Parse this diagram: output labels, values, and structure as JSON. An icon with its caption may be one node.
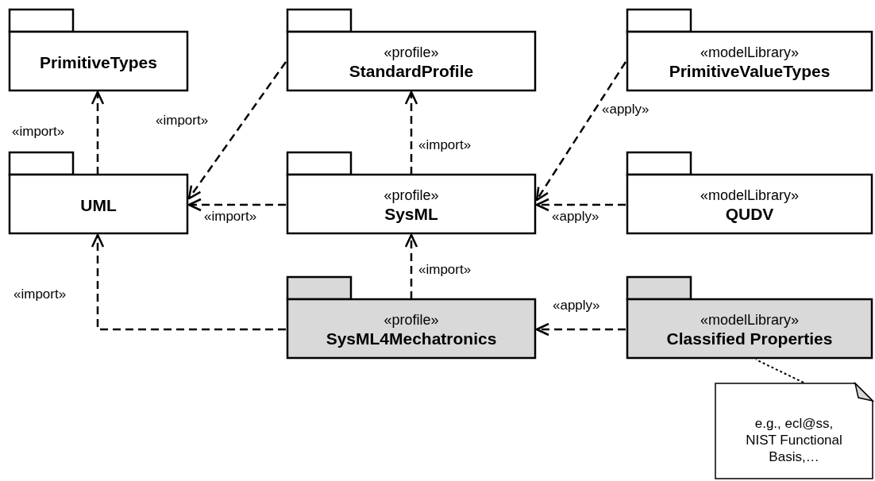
{
  "diagram": {
    "nodes": [
      {
        "text": [
          "PrimitiveTypes"
        ]
      },
      {
        "text": [
          "«profile»",
          "StandardProfile"
        ]
      },
      {
        "text": [
          "«modelLibrary»",
          "PrimitiveValueTypes"
        ]
      },
      {
        "text": [
          "UML"
        ]
      },
      {
        "text": [
          "«profile»",
          "SysML"
        ]
      },
      {
        "text": [
          "«modelLibrary»",
          "QUDV"
        ]
      },
      {
        "text": [
          "«profile»",
          "SysML4Mechatronics"
        ]
      },
      {
        "text": [
          "«modelLibrary»",
          "Classified Properties"
        ]
      },
      {
        "text": [
          "e.g., ecl@ss, NIST Functional Basis,…"
        ]
      }
    ],
    "edges": [
      {
        "from": 3,
        "to": 0,
        "arrow": "to",
        "label": "«import»",
        "style": "dashed"
      },
      {
        "from": 1,
        "to": 3,
        "arrow": "to",
        "label": "«import»",
        "style": "dashed"
      },
      {
        "from": 4,
        "to": 3,
        "arrow": "to",
        "label": "«import»",
        "style": "dashed"
      },
      {
        "from": 4,
        "to": 1,
        "arrow": "to",
        "label": "«import»",
        "style": "dashed"
      },
      {
        "from": 5,
        "to": 4,
        "arrow": "to",
        "label": "«apply»",
        "style": "dashed"
      },
      {
        "from": 2,
        "to": 4,
        "arrow": "to",
        "label": "«apply»",
        "style": "dashed"
      },
      {
        "from": 6,
        "to": 4,
        "arrow": "to",
        "label": "«import»",
        "style": "dashed"
      },
      {
        "from": 6,
        "to": 3,
        "arrow": "to",
        "label": "«import»",
        "style": "dashed"
      },
      {
        "from": 7,
        "to": 6,
        "arrow": "to",
        "label": "«apply»",
        "style": "dashed"
      },
      {
        "from": 8,
        "to": 7,
        "arrow": "none",
        "style": "dashed"
      }
    ]
  }
}
